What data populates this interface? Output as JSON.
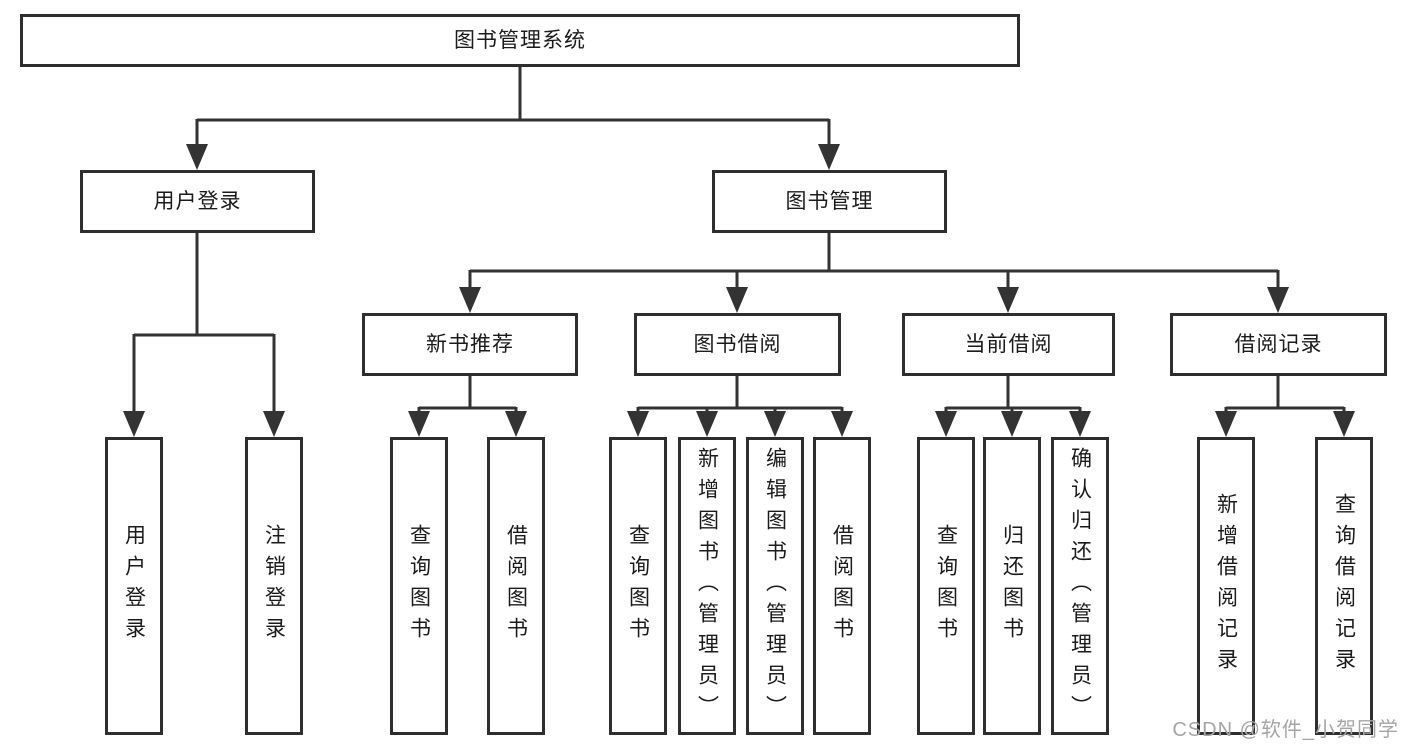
{
  "colors": {
    "line": "#333333",
    "box_border": "#2e2e2e",
    "text": "#1b1b1b",
    "watermark": "#a5a5a5",
    "background": "#ffffff"
  },
  "watermark": "CSDN @软件_小贺同学",
  "tree": {
    "root": {
      "label": "图书管理系统",
      "children": [
        {
          "label": "用户登录",
          "children": [
            {
              "label": "用户登录"
            },
            {
              "label": "注销登录"
            }
          ]
        },
        {
          "label": "图书管理",
          "children": [
            {
              "label": "新书推荐",
              "children": [
                {
                  "label": "查询图书"
                },
                {
                  "label": "借阅图书"
                }
              ]
            },
            {
              "label": "图书借阅",
              "children": [
                {
                  "label": "查询图书"
                },
                {
                  "label": "新增图书（管理员）"
                },
                {
                  "label": "编辑图书（管理员）"
                },
                {
                  "label": "借阅图书"
                }
              ]
            },
            {
              "label": "当前借阅",
              "children": [
                {
                  "label": "查询图书"
                },
                {
                  "label": "归还图书"
                },
                {
                  "label": "确认归还（管理员）"
                }
              ]
            },
            {
              "label": "借阅记录",
              "children": [
                {
                  "label": "新增借阅记录"
                },
                {
                  "label": "查询借阅记录"
                }
              ]
            }
          ]
        }
      ]
    }
  }
}
